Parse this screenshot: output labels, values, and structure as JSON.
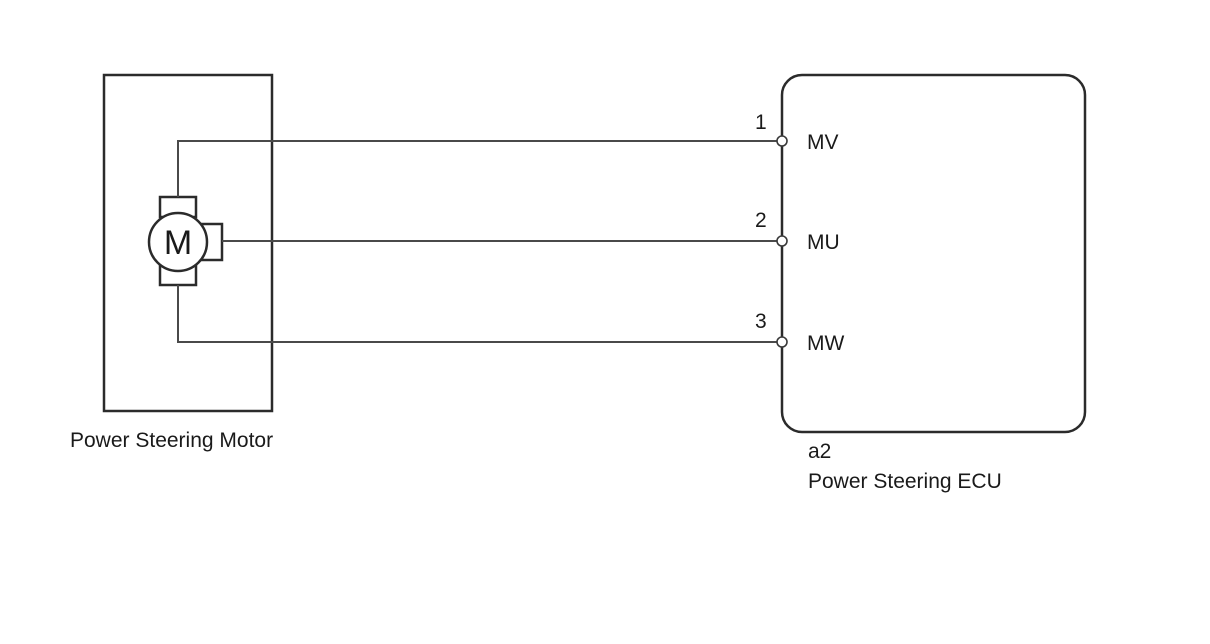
{
  "motor_component": {
    "name": "Power Steering Motor",
    "symbol_letter": "M"
  },
  "ecu_component": {
    "connector_id": "a2",
    "name": "Power Steering ECU"
  },
  "connections": [
    {
      "pin": "1",
      "terminal": "MV"
    },
    {
      "pin": "2",
      "terminal": "MU"
    },
    {
      "pin": "3",
      "terminal": "MW"
    }
  ],
  "colors": {
    "line": "#2b2b2b",
    "background": "#ffffff"
  }
}
